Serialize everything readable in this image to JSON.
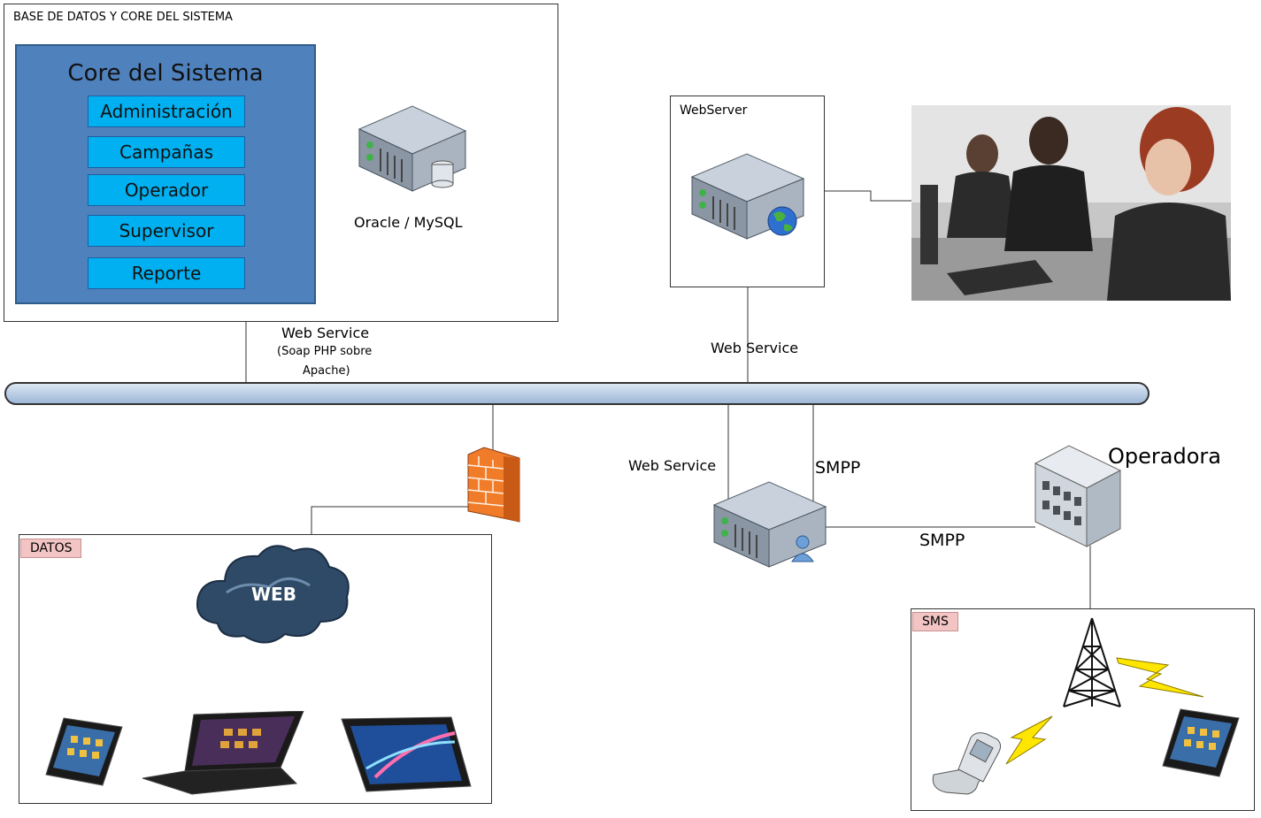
{
  "db_group": {
    "title": "BASE DE DATOS Y CORE DEL SISTEMA",
    "core_title": "Core del Sistema",
    "modules": [
      "Administración",
      "Campañas",
      "Operador",
      "Supervisor",
      "Reporte"
    ],
    "db_label": "Oracle / MySQL"
  },
  "webserver": {
    "title": "WebServer"
  },
  "links": {
    "ws_core": "Web Service",
    "ws_core_detail_1": "(Soap PHP sobre",
    "ws_core_detail_2": "Apache)",
    "ws_webserver": "Web Service",
    "ws_sms_server": "Web Service",
    "smpp_vertical": "SMPP",
    "smpp_operator": "SMPP"
  },
  "operator": {
    "title": "Operadora"
  },
  "datos": {
    "tag": "DATOS",
    "cloud_label": "WEB"
  },
  "sms": {
    "tag": "SMS"
  },
  "colors": {
    "core_bg": "#4f81bd",
    "module_bg": "#00b0f0",
    "bus": "#b8cce4",
    "tag_bg": "#f2c4c4",
    "firewall": "#f07c2a"
  }
}
